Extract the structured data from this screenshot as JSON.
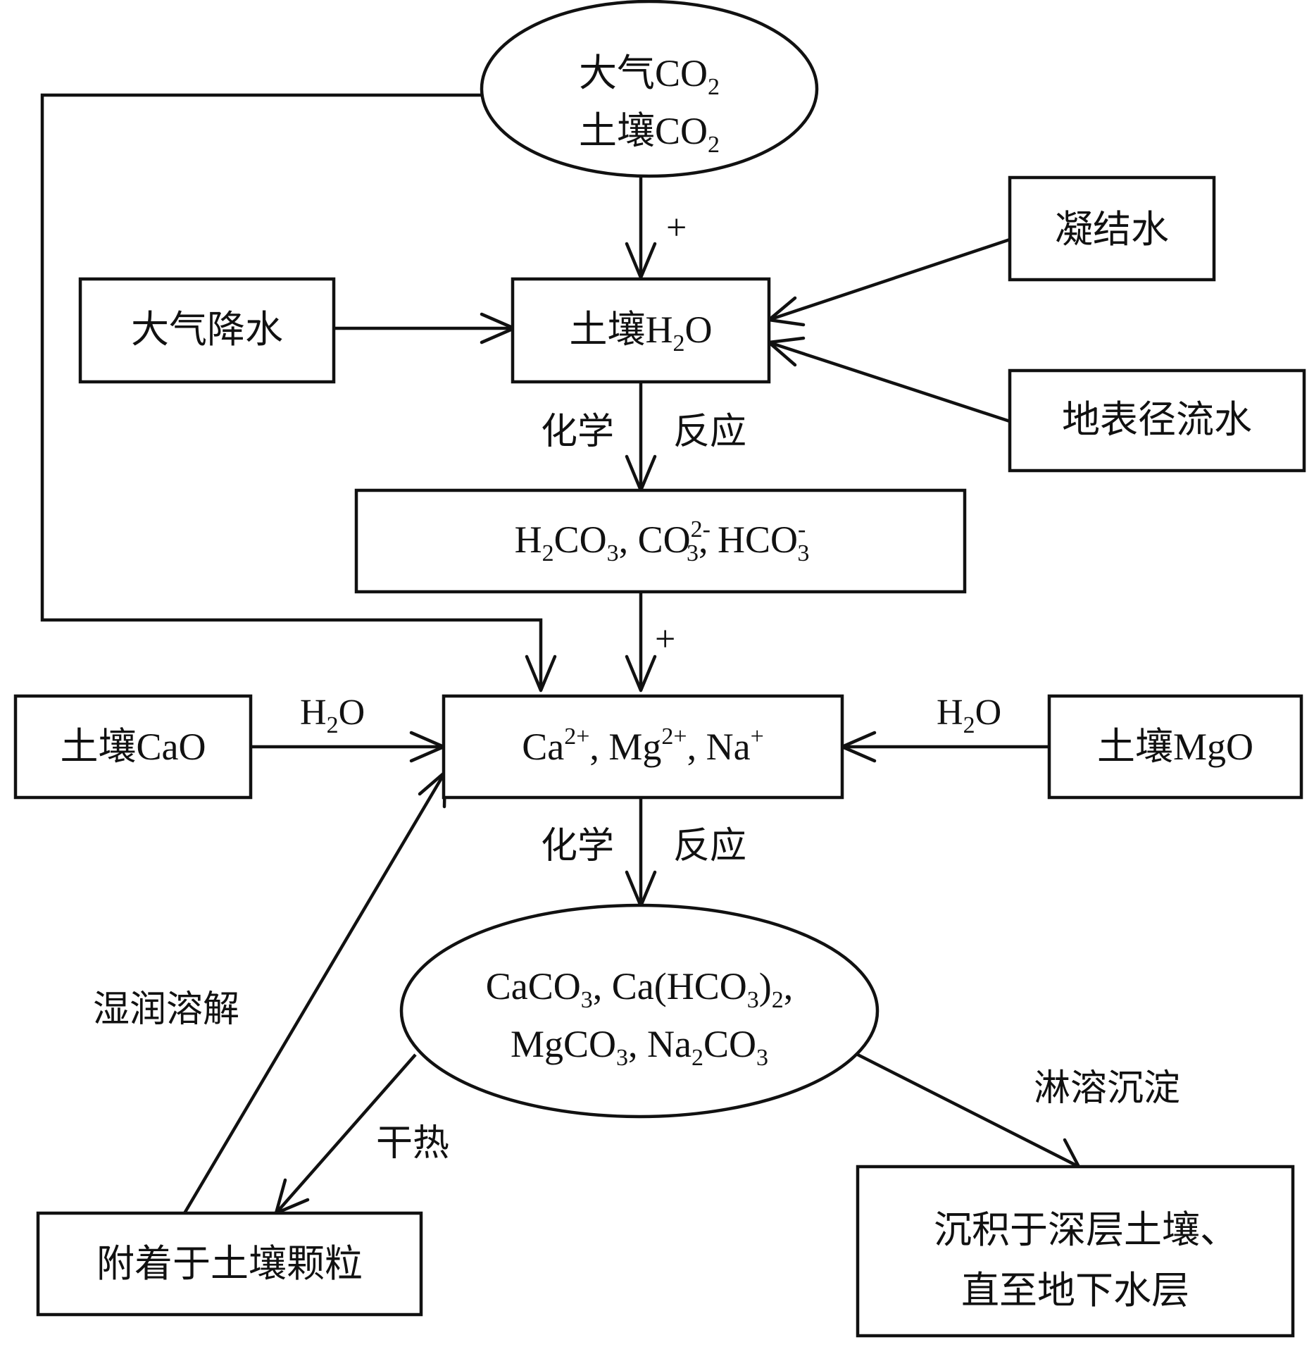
{
  "nodes": {
    "co2": {
      "line1": {
        "base": "大气CO",
        "sub": "2"
      },
      "line2": {
        "base": "土壤CO",
        "sub": "2"
      }
    },
    "condensed_water": {
      "label": "凝结水"
    },
    "precipitation": {
      "label": "大气降水"
    },
    "soil_water": {
      "prefix": "土壤H",
      "sub": "2",
      "suffix": "O"
    },
    "runoff_water": {
      "label": "地表径流水"
    },
    "carbonic": {
      "t1": "H",
      "t1_sub": "2",
      "t2": "CO",
      "t2_sub": "3",
      "t3": ", CO",
      "t3_sup": "2-",
      "t3_sub": "3",
      "t4": ", HCO",
      "t4_sup": "-",
      "t4_sub": "3"
    },
    "soil_cao": {
      "label": "土壤CaO"
    },
    "cations": {
      "t1": "Ca",
      "t1_sup": "2+",
      "t2": ", Mg",
      "t2_sup": "2+",
      "t3": ", Na",
      "t3_sup": "+"
    },
    "soil_mgo": {
      "label": "土壤MgO"
    },
    "carbonates": {
      "l1a": "CaCO",
      "l1a_sub": "3",
      "l1b": ", Ca(HCO",
      "l1b_sub1": "3",
      "l1c": ")",
      "l1c_sub": "2",
      "l1d": ",",
      "l2a": "MgCO",
      "l2a_sub": "3",
      "l2b": ", Na",
      "l2b_sub": "2",
      "l2c": "CO",
      "l2c_sub": "3"
    },
    "attached": {
      "label": "附着于土壤颗粒"
    },
    "deposited": {
      "line1": "沉积于深层土壤、",
      "line2": "直至地下水层"
    }
  },
  "edges": {
    "co2_to_water": {
      "label": "+"
    },
    "water_to_carbonic": {
      "left": "化学",
      "right": "反应"
    },
    "carbonic_to_cations": {
      "label": "+"
    },
    "cao_to_cations": {
      "base": "H",
      "sub": "2",
      "suffix": "O"
    },
    "mgo_to_cations": {
      "base": "H",
      "sub": "2",
      "suffix": "O"
    },
    "cations_to_carbonates": {
      "left": "化学",
      "right": "反应"
    },
    "wet_dissolve": {
      "label": "湿润溶解"
    },
    "dry_heat": {
      "label": "干热"
    },
    "leach_deposit": {
      "label": "淋溶沉淀"
    }
  }
}
